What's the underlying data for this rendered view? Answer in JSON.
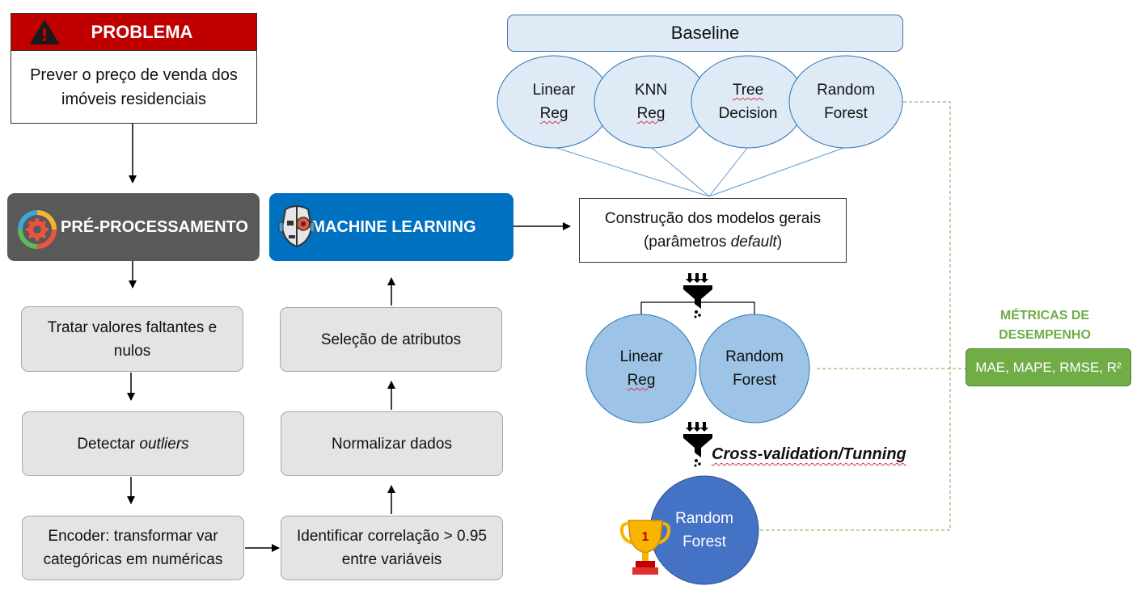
{
  "problem": {
    "title": "PROBLEMA",
    "description": "Prever o preço de venda dos imóveis residenciais"
  },
  "preprocessing": {
    "title": "PRÉ-PROCESSAMENTO",
    "steps": [
      "Tratar valores faltantes e nulos",
      "Detectar",
      "Encoder: transformar var categóricas em numéricas"
    ],
    "outliers_italic": "outliers"
  },
  "machine_learning": {
    "title": "MACHINE LEARNING",
    "steps": [
      "Identificar correlação > 0.95 entre variáveis",
      "Normalizar dados",
      "Seleção de atributos"
    ]
  },
  "baseline": {
    "title": "Baseline",
    "models": [
      {
        "line1": "Linear",
        "line2": "Reg"
      },
      {
        "line1": "KNN",
        "line2": "Reg"
      },
      {
        "line1": "Tree",
        "line2": "Decision"
      },
      {
        "line1": "Random",
        "line2": "Forest"
      }
    ]
  },
  "build_models": {
    "line1": "Construção dos modelos gerais",
    "line2_prefix": "(parâmetros ",
    "line2_italic": "default",
    "line2_suffix": ")"
  },
  "selected_models": [
    {
      "line1": "Linear",
      "line2": "Reg"
    },
    {
      "line1": "Random",
      "line2": "Forest"
    }
  ],
  "cross_validation": "Cross-validation/Tunning",
  "winner": {
    "line1": "Random",
    "line2": "Forest",
    "rank": "1"
  },
  "metrics": {
    "title_line1": "MÉTRICAS DE",
    "title_line2": "DESEMPENHO",
    "values": "MAE, MAPE, RMSE, R²"
  },
  "icons": [
    "warning-icon",
    "gear-cycle-icon",
    "robot-head-icon",
    "funnel-icon",
    "trophy-icon"
  ],
  "colors": {
    "problem": "#c00000",
    "preprocessing": "#595959",
    "machine_learning": "#0070c0",
    "metrics": "#70ad47",
    "baseline_fill": "#deebf7",
    "model_light": "#deebf7",
    "model_mid": "#9dc3e6",
    "winner": "#4472c4"
  }
}
